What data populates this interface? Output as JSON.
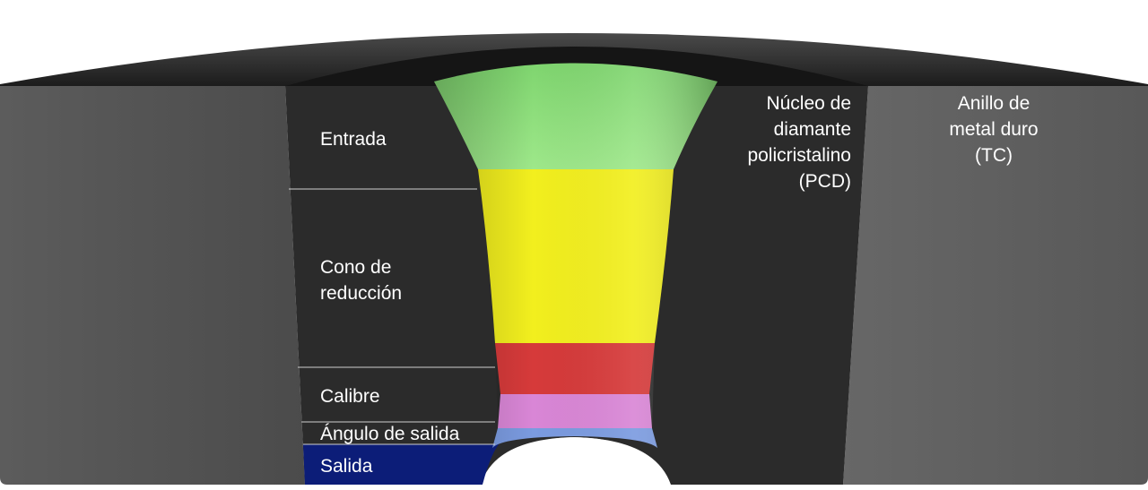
{
  "diagram": {
    "zones": {
      "entrada": "Entrada",
      "cono_line1": "Cono de",
      "cono_line2": "reducción",
      "calibre": "Calibre",
      "angulo": "Ángulo de salida",
      "salida": "Salida"
    },
    "core": {
      "line1": "Núcleo de",
      "line2": "diamante",
      "line3": "policristalino",
      "line4": "(PCD)"
    },
    "ring": {
      "line1": "Anillo de",
      "line2": "metal duro",
      "line3": "(TC)"
    },
    "colors": {
      "entrada": "#8fe27a",
      "cono": "#f2ef1e",
      "calibre": "#d63a3a",
      "angulo": "#d986d6",
      "salida": "#7b9be0",
      "salida_band": "#0c1d78",
      "pcd": "#2d2d2d",
      "carbide": "#5e5e5e"
    }
  }
}
